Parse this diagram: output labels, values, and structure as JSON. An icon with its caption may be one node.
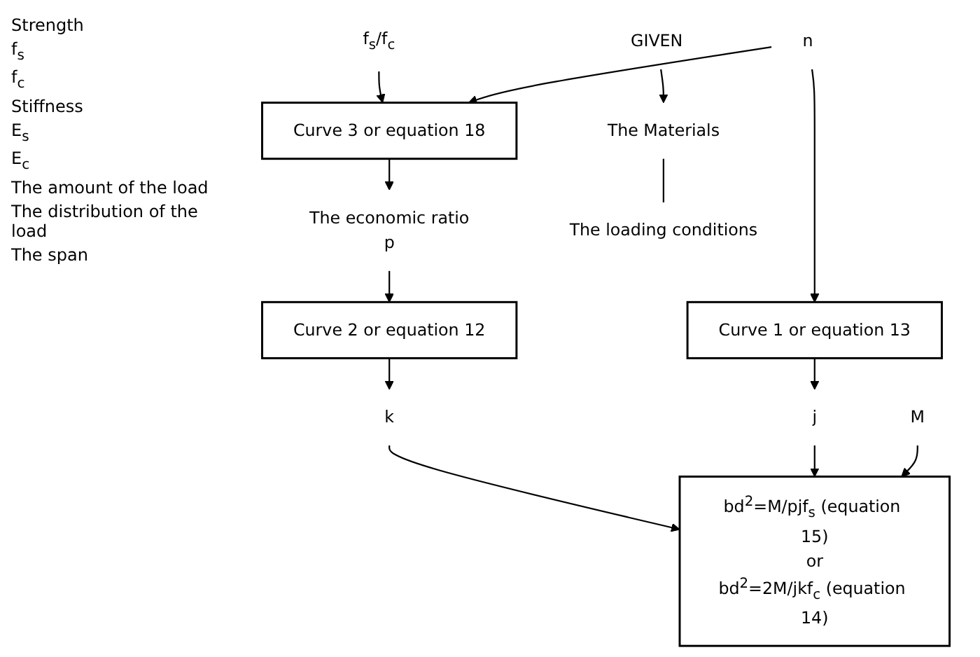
{
  "diagram": {
    "nodes": [
      {
        "text": [
          "GIVEN"
        ]
      },
      {
        "text": [
          "The Materials"
        ]
      },
      {
        "text": [
          "f$_{s}$/f$_{c}$"
        ]
      },
      {
        "text": [
          "n"
        ]
      },
      {
        "text": [
          "Curve 3 or equation 18"
        ]
      },
      {
        "text": [
          "The economic ratio",
          "p"
        ]
      },
      {
        "text": [
          "Curve 2 or equation 12"
        ]
      },
      {
        "text": [
          "Curve 1 or equation 13"
        ]
      },
      {
        "text": [
          "k"
        ]
      },
      {
        "text": [
          "j"
        ]
      },
      {
        "text": [
          "The loading conditions"
        ]
      },
      {
        "text": [
          "M"
        ]
      },
      {
        "text": [
          "bd$^{2}$=M/pjf$_{s}$ (equation 15)",
          "or",
          "bd$^{2}$=2M/jkf$_{c}$ (equation 14)"
        ]
      }
    ],
    "edges": [
      {
        "from": 0,
        "to": 1,
        "arrow": "to"
      },
      {
        "from": 1,
        "to": 10,
        "arrow": "none"
      },
      {
        "from": 2,
        "to": 4,
        "arrow": "to"
      },
      {
        "from": 3,
        "to": 4,
        "arrow": "to"
      },
      {
        "from": 3,
        "to": 7,
        "arrow": "to"
      },
      {
        "from": 4,
        "to": 5,
        "arrow": "to"
      },
      {
        "from": 5,
        "to": 6,
        "arrow": "to"
      },
      {
        "from": 6,
        "to": 8,
        "arrow": "to"
      },
      {
        "from": 7,
        "to": 9,
        "arrow": "to"
      },
      {
        "from": 8,
        "to": 12,
        "arrow": "to"
      },
      {
        "from": 9,
        "to": 12,
        "arrow": "to"
      },
      {
        "from": 11,
        "to": 12,
        "arrow": "to"
      }
    ],
    "labels": [
      "Strength",
      "f$_{s}$",
      "f$_{c}$",
      "Stiffness",
      "E$_{s}$",
      "E$_{c}$",
      "The amount of the load",
      "The distribution of the load",
      "The span"
    ]
  }
}
